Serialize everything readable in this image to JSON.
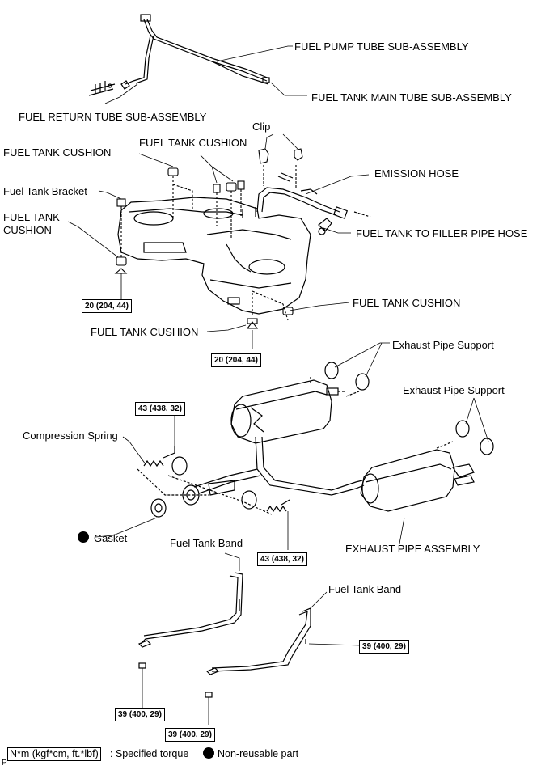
{
  "labels": {
    "fuel_pump_tube": "FUEL PUMP TUBE SUB-ASSEMBLY",
    "fuel_tank_main_tube": "FUEL TANK MAIN TUBE SUB-ASSEMBLY",
    "fuel_return_tube": "FUEL RETURN TUBE SUB-ASSEMBLY",
    "clip": "Clip",
    "fuel_tank_cushion_1": "FUEL TANK CUSHION",
    "fuel_tank_cushion_2": "FUEL TANK CUSHION",
    "emission_hose": "EMISSION HOSE",
    "fuel_tank_bracket": "Fuel Tank Bracket",
    "fuel_tank_cushion_3_line1": "FUEL TANK",
    "fuel_tank_cushion_3_line2": "CUSHION",
    "filler_pipe_hose": "FUEL TANK TO FILLER PIPE HOSE",
    "fuel_tank_cushion_4": "FUEL TANK CUSHION",
    "fuel_tank_cushion_5": "FUEL TANK CUSHION",
    "exhaust_pipe_support_1": "Exhaust Pipe Support",
    "exhaust_pipe_support_2": "Exhaust Pipe Support",
    "compression_spring": "Compression Spring",
    "gasket": "Gasket",
    "fuel_tank_band_1": "Fuel Tank Band",
    "exhaust_pipe_assembly": "EXHAUST PIPE ASSEMBLY",
    "fuel_tank_band_2": "Fuel Tank Band"
  },
  "torques": {
    "t1": "20 (204, 44)",
    "t2": "20 (204, 44)",
    "t3": "43 (438, 32)",
    "t4": "43 (438, 32)",
    "t5": "39 (400, 29)",
    "t6": "39 (400, 29)",
    "t7": "39 (400, 29)"
  },
  "legend": {
    "units": "N*m (kgf*cm, ft.*lbf)",
    "specified_torque": ": Specified torque",
    "non_reusable": "Non-reusable part"
  },
  "footer_code": "P"
}
